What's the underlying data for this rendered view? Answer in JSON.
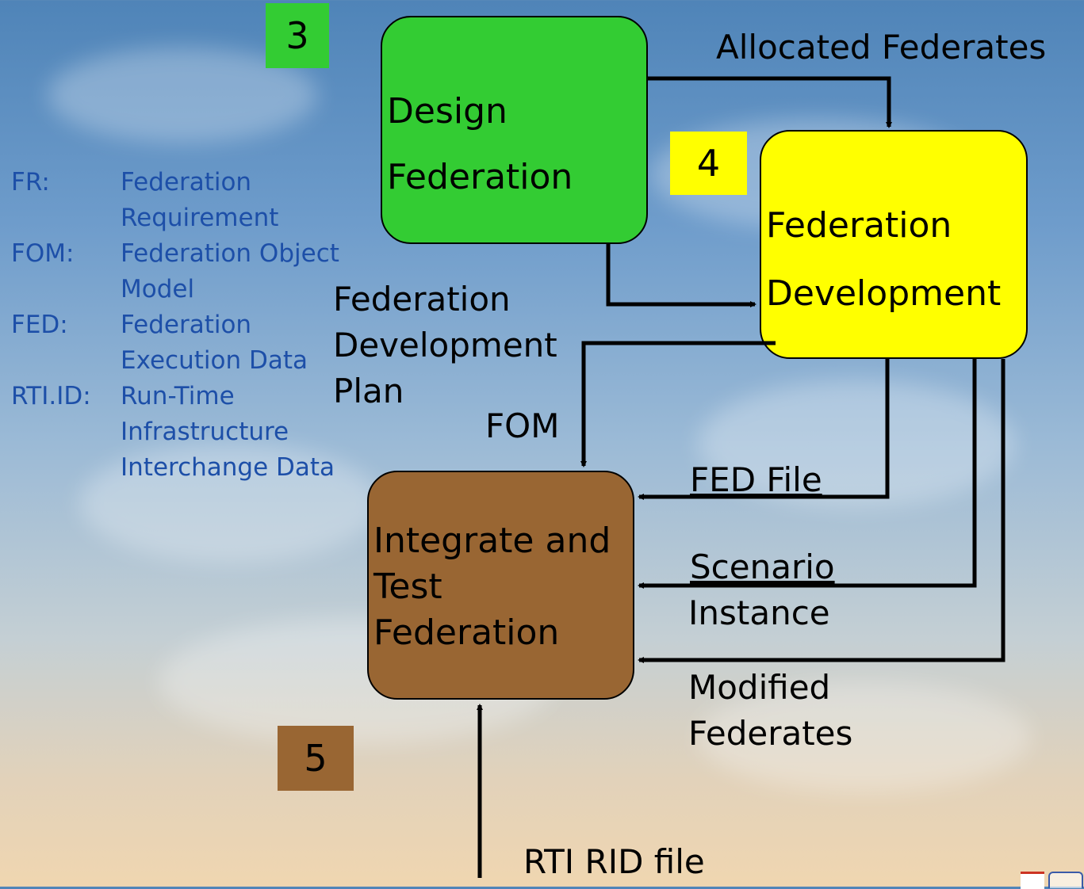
{
  "steps": {
    "design_number": "3",
    "develop_number": "4",
    "integrate_number": "5"
  },
  "boxes": {
    "design": {
      "line1": "Design",
      "line2": "Federation",
      "color": "#33cc33"
    },
    "develop": {
      "line1": "Federation",
      "line2": "Development",
      "color": "#ffff00"
    },
    "integrate": {
      "line1": "Integrate and",
      "line2": "Test",
      "line3": "Federation",
      "color": "#996633"
    }
  },
  "labels": {
    "allocated_federates": "Allocated Federates",
    "fed_dev_plan_1": "Federation",
    "fed_dev_plan_2": "Development",
    "fed_dev_plan_3": "Plan",
    "fom": "FOM",
    "fed_file": "FED File",
    "scenario_1": "Scenario",
    "scenario_2": "Instance",
    "modified_1": "Modified",
    "modified_2": "Federates",
    "rti_rid_file": "RTI RID file"
  },
  "legend": [
    {
      "abbr": "FR:",
      "def": [
        "Federation",
        "Requirement"
      ]
    },
    {
      "abbr": "FOM:",
      "def": [
        "Federation Object",
        "Model"
      ]
    },
    {
      "abbr": "FED:",
      "def": [
        "Federation",
        "Execution Data"
      ]
    },
    {
      "abbr": "RTI.ID:",
      "def": [
        "Run-Time",
        "Infrastructure",
        "Interchange Data"
      ]
    }
  ],
  "colors": {
    "legend_text": "#1d4fa8",
    "arrow": "#000000"
  }
}
